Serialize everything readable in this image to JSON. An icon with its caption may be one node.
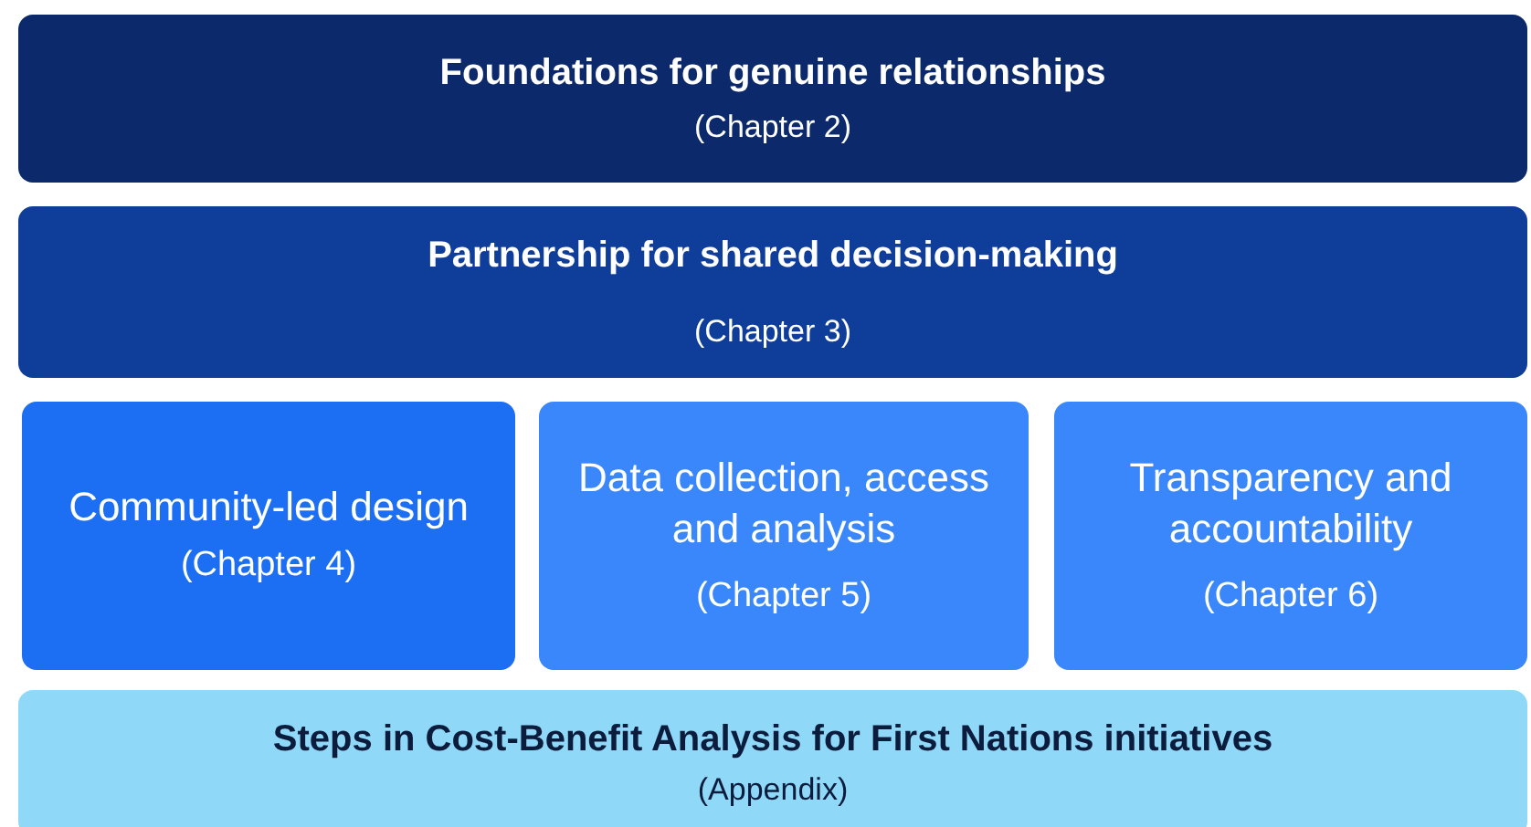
{
  "diagram": {
    "nodes": [
      {
        "text": [
          "Foundations for genuine relationships",
          "(Chapter 2)"
        ]
      },
      {
        "text": [
          "Partnership for shared decision-making",
          "(Chapter 3)"
        ]
      },
      {
        "text": [
          "Community-led design",
          "(Chapter 4)"
        ]
      },
      {
        "text": [
          "Data collection, access and analysis",
          "(Chapter 5)"
        ]
      },
      {
        "text": [
          "Transparency and accountability",
          "(Chapter 6)"
        ]
      },
      {
        "text": [
          "Steps in Cost-Benefit Analysis for First Nations initiatives",
          "(Appendix)"
        ]
      }
    ]
  }
}
